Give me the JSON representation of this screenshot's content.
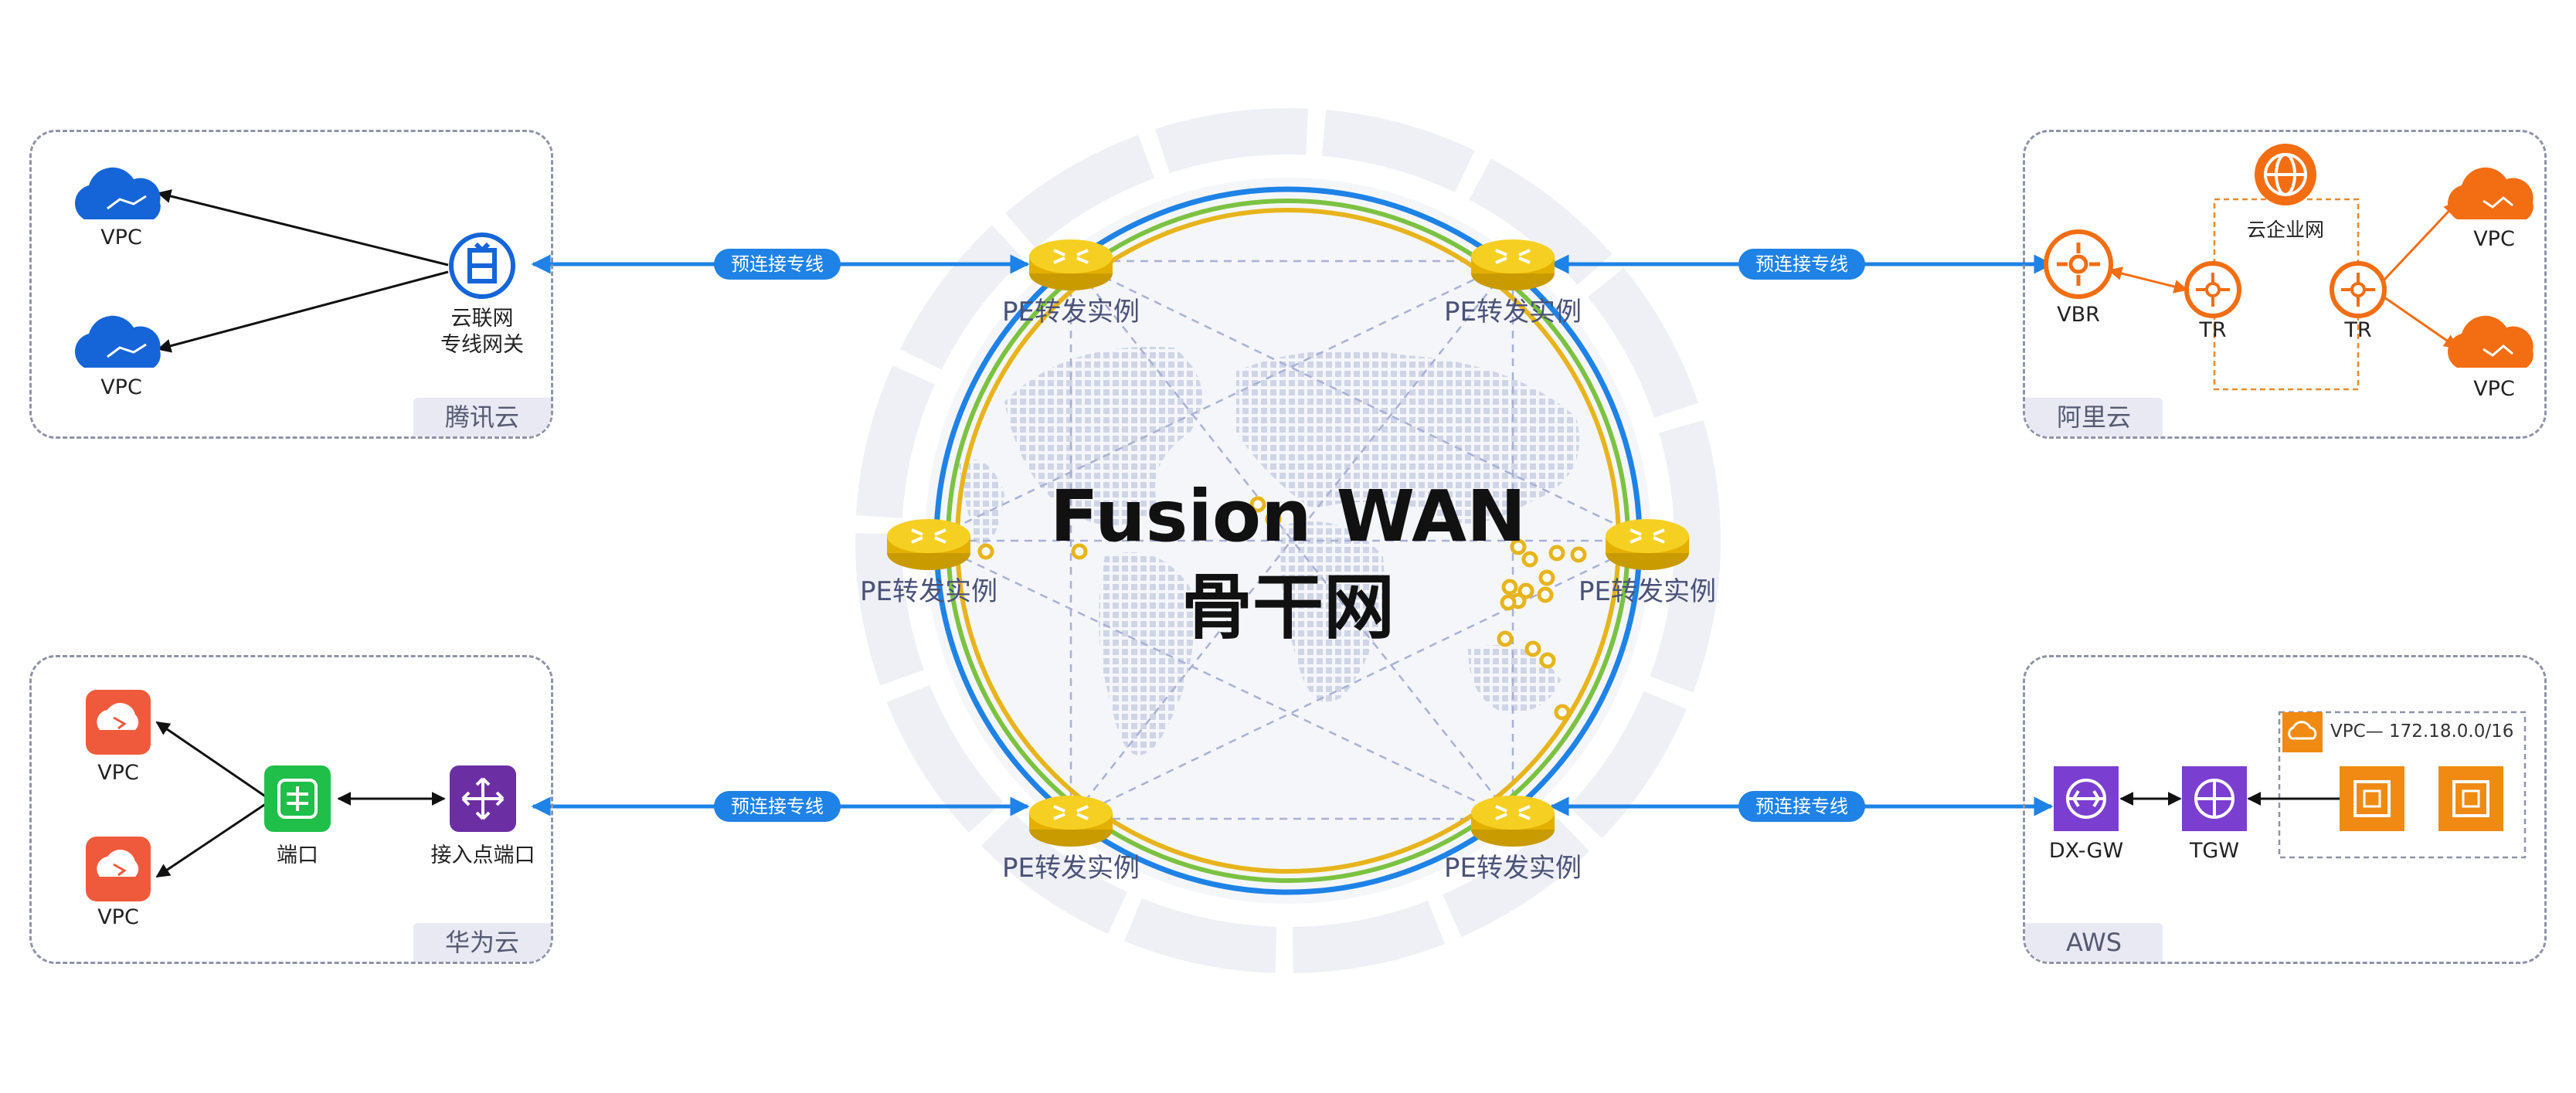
{
  "diagram": {
    "title_line1": "Fusion WAN",
    "title_line2": "骨干网",
    "pe_label": "PE转发实例",
    "link_label": "预连接专线"
  },
  "tencent": {
    "tag": "腾讯云",
    "vpc_top": "VPC",
    "vpc_bottom": "VPC",
    "gateway_line1": "云联网",
    "gateway_line2": "专线网关"
  },
  "huawei": {
    "tag": "华为云",
    "vpc_top": "VPC",
    "vpc_bottom": "VPC",
    "port": "端口",
    "access_port": "接入点端口"
  },
  "aliyun": {
    "tag": "阿里云",
    "vbr": "VBR",
    "tr_left": "TR",
    "tr_right": "TR",
    "cen": "云企业网",
    "vpc_top": "VPC",
    "vpc_bottom": "VPC"
  },
  "aws": {
    "tag": "AWS",
    "dxgw": "DX-GW",
    "tgw": "TGW",
    "vpc_cidr": "VPC— 172.18.0.0/16"
  },
  "colors": {
    "accent_blue": "#1e82e6",
    "tencent_blue": "#1565d8",
    "aliyun_orange": "#f36d12",
    "huawei_red": "#f05a3c",
    "green": "#1fbf4a",
    "purple": "#6b2fa3",
    "aws_purple": "#7a3fd1",
    "aws_orange": "#f08a12",
    "router_gold": "#f2c200",
    "ring_green": "#7cc242",
    "ring_gold": "#e7b41c"
  }
}
